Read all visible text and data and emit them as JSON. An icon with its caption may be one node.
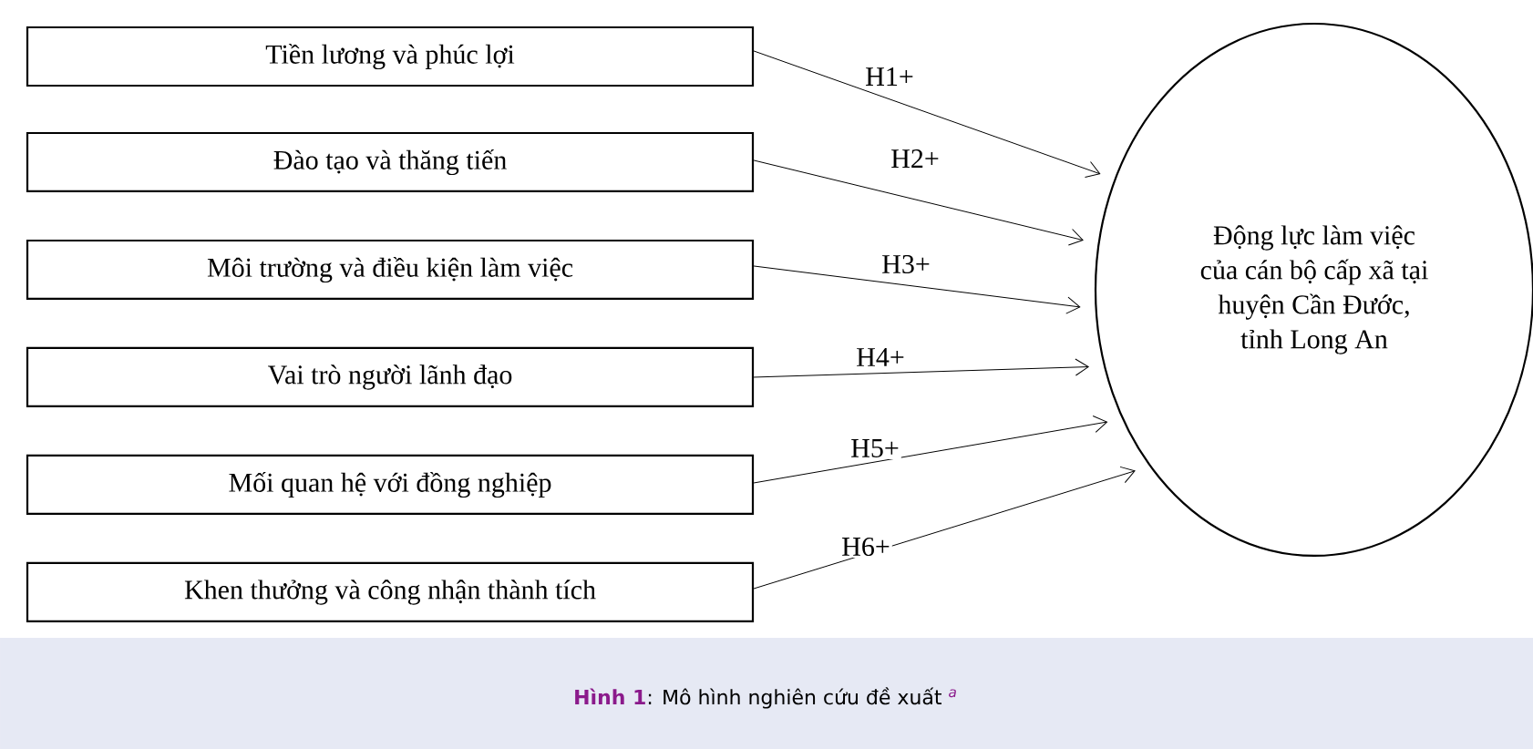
{
  "diagram": {
    "caption": "**Hình 1**: Mô hình nghiên cứu đề xuất $^{a}$",
    "nodes": [
      {
        "text": [
          "Tiền lương và phúc lợi"
        ]
      },
      {
        "text": [
          "Đào tạo và thăng tiến"
        ]
      },
      {
        "text": [
          "Môi trường và điều kiện làm việc"
        ]
      },
      {
        "text": [
          "Vai trò người lãnh đạo"
        ]
      },
      {
        "text": [
          "Mối quan hệ với đồng nghiệp"
        ]
      },
      {
        "text": [
          "Khen thưởng và công nhận thành tích"
        ]
      },
      {
        "text": [
          "Động lực làm việc của cán bộ cấp xã tại huyện Cần Đước, tỉnh Long An"
        ]
      }
    ],
    "edges": [
      {
        "from": 0,
        "to": 6,
        "arrow": "to",
        "label": "H1+"
      },
      {
        "from": 1,
        "to": 6,
        "arrow": "to",
        "label": "H2+"
      },
      {
        "from": 2,
        "to": 6,
        "arrow": "to",
        "label": "H3+"
      },
      {
        "from": 3,
        "to": 6,
        "arrow": "to",
        "label": "H4+"
      },
      {
        "from": 4,
        "to": 6,
        "arrow": "to",
        "label": "H5+"
      },
      {
        "from": 5,
        "to": 6,
        "arrow": "to",
        "label": "H6+"
      }
    ]
  }
}
